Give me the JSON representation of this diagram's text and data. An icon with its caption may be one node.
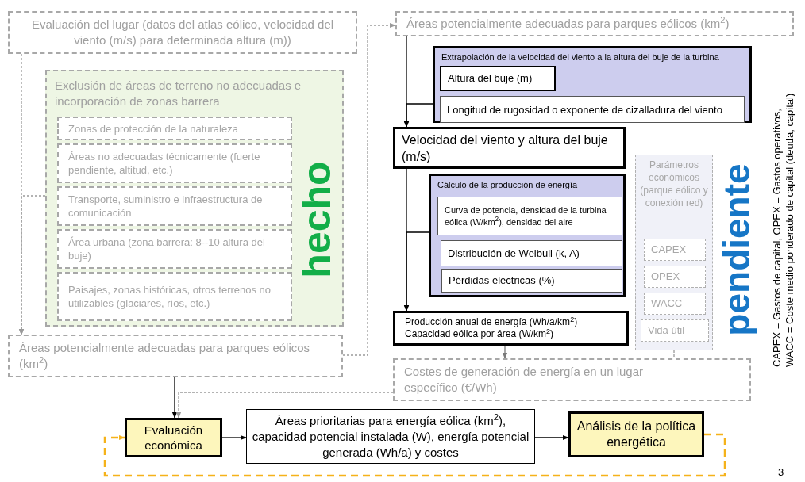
{
  "diagram": {
    "nodes": [
      {
        "text": [
          "Evaluación del lugar (datos del atlas eólico, velocidad del viento (m/s) para determinada altura (m))"
        ]
      },
      {
        "text": [
          "Exclusión de áreas de terreno no adecuadas e incorporación de zonas barrera"
        ]
      },
      {
        "text": [
          "Zonas de protección de la naturaleza"
        ],
        "in": 1
      },
      {
        "text": [
          "Áreas no adecuadas técnicamente (fuerte pendiente, altitud, etc.)"
        ],
        "in": 1
      },
      {
        "text": [
          "Transporte, suministro e infraestructura de comunicación"
        ],
        "in": 1
      },
      {
        "text": [
          "Área urbana (zona barrera: 8--10 altura del buje)"
        ],
        "in": 1
      },
      {
        "text": [
          "Paisajes, zonas históricas, otros terrenos no utilizables (glaciares, ríos, etc.)"
        ],
        "in": 1
      },
      {
        "text": [
          "Áreas potencialmente adecuadas para parques eólicos (km$^{2}$)"
        ]
      },
      {
        "text": [
          "Áreas potencialmente adecuadas para parques eólicos (km$^{2}$)"
        ]
      },
      {
        "text": [
          "Extrapolación de la velocidad del viento a la altura del buje de la turbina"
        ]
      },
      {
        "text": [
          "Altura del buje (m)"
        ],
        "in": 9
      },
      {
        "text": [
          "Longitud de rugosidad o exponente de cizalladura del viento"
        ],
        "in": 9
      },
      {
        "text": [
          "Velocidad del viento y altura del buje (m/s)"
        ]
      },
      {
        "text": [
          "Cálculo de la producción de energía"
        ]
      },
      {
        "text": [
          "Curva de potencia, densidad de la turbina eólica (W/km$^{2}$), densidad del aire"
        ],
        "in": 13
      },
      {
        "text": [
          "Distribución de Weibull (k, A)"
        ],
        "in": 13
      },
      {
        "text": [
          "Pérdidas eléctricas (%)"
        ],
        "in": 13
      },
      {
        "text": [
          "Producción anual de energía (Wh/a/km$^{2}$)",
          "Capacidad eólica por área (W/km$^{2}$)"
        ]
      },
      {
        "text": [
          "Parámetros económicos (parque eólico y conexión red)"
        ]
      },
      {
        "text": [
          "CAPEX"
        ],
        "in": 18
      },
      {
        "text": [
          "OPEX"
        ],
        "in": 18
      },
      {
        "text": [
          "WACC"
        ],
        "in": 18
      },
      {
        "text": [
          "Vida útil"
        ],
        "in": 18
      },
      {
        "text": [
          "Costes de generación de energía en un lugar específico (€/Wh)"
        ]
      },
      {
        "text": [
          "Evaluación económica"
        ]
      },
      {
        "text": [
          "Áreas prioritarias para energía eólica (km$^{2}$), capacidad potencial instalada (W), energía potencial generada (Wh/a) y costes"
        ]
      },
      {
        "text": [
          "Análisis de la política energética"
        ]
      }
    ],
    "edges": [
      {
        "from": 0,
        "to": 7,
        "arrow": "to",
        "style": "dashed",
        "color": "#9a9a9a"
      },
      {
        "from": 1,
        "to": 7,
        "arrow": "to",
        "style": "dashed",
        "color": "#9a9a9a"
      },
      {
        "from": 7,
        "to": 8,
        "arrow": "to",
        "style": "dashed",
        "color": "#9a9a9a"
      },
      {
        "from": 7,
        "to": 24,
        "arrow": "to"
      },
      {
        "from": 23,
        "to": 24,
        "arrow": "to",
        "style": "dashed",
        "color": "#9a9a9a"
      },
      {
        "from": 8,
        "to": 12,
        "arrow": "to"
      },
      {
        "from": 9,
        "to": 12,
        "arrow": "to"
      },
      {
        "from": 12,
        "to": 17,
        "arrow": "to"
      },
      {
        "from": 13,
        "to": 17,
        "arrow": "to"
      },
      {
        "from": 17,
        "to": 23,
        "arrow": "to",
        "color": "#7a7a7a"
      },
      {
        "from": 18,
        "to": 23,
        "arrow": "none",
        "style": "dashed",
        "color": "#9a9a9a"
      },
      {
        "from": 24,
        "to": 25,
        "arrow": "to"
      },
      {
        "from": 25,
        "to": 26,
        "arrow": "to"
      },
      {
        "from": 26,
        "to": 24,
        "arrow": "to",
        "style": "dashed",
        "color": "#f5b21a"
      }
    ],
    "labels": [
      "CAPEX = Gastos de capital, OPEX = Gastos operativos, WACC = Coste medio ponderado de capital (deuda, capital)",
      "hecho",
      "pendiente",
      "3"
    ]
  }
}
